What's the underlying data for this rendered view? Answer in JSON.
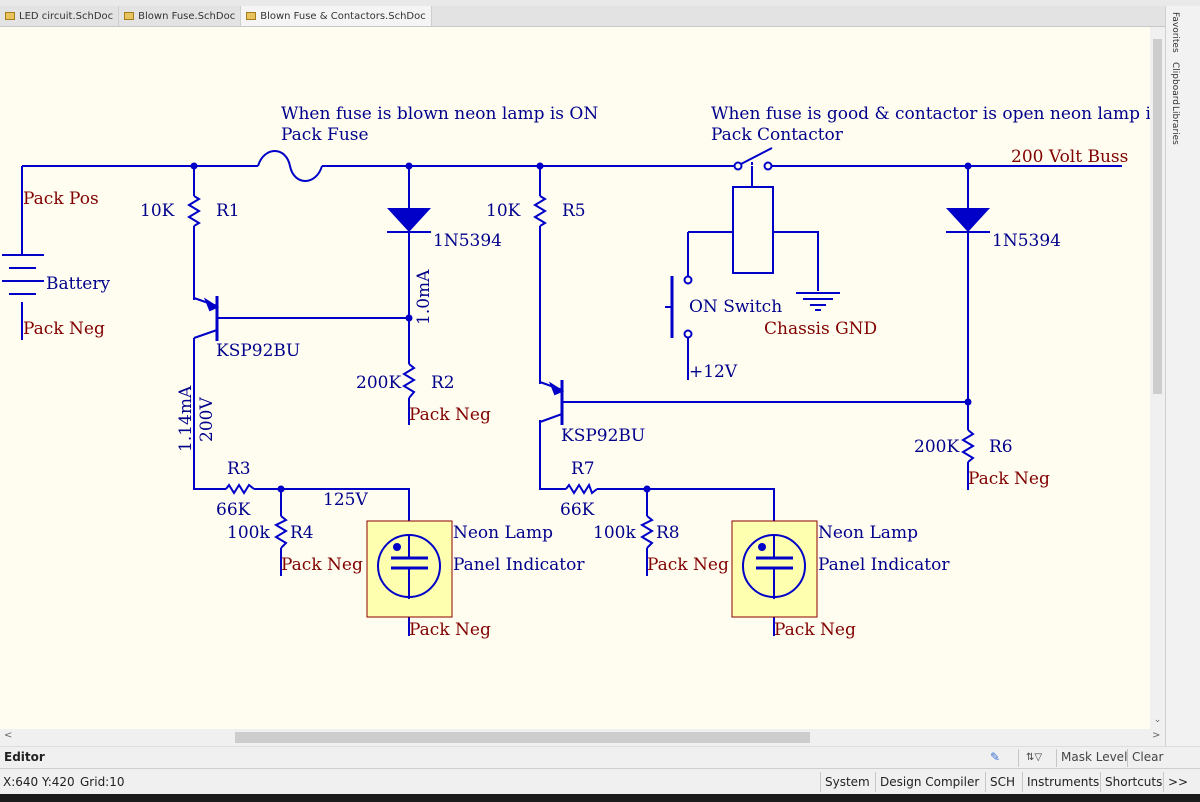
{
  "tabs": [
    {
      "label": "LED circuit.SchDoc",
      "icon": "schdoc-icon"
    },
    {
      "label": "Blown Fuse.SchDoc",
      "icon": "schdoc-icon"
    },
    {
      "label": "Blown Fuse & Contactors.SchDoc",
      "icon": "schdoc-icon"
    }
  ],
  "side_panels": [
    "Favorites",
    "Clipboard",
    "Libraries"
  ],
  "schematic": {
    "colors": {
      "wire": "#0000c8",
      "component": "#0000c8",
      "text_blue": "#00008b",
      "text_red": "#800000",
      "lamp_fill": "#ffffb0",
      "sheet": "#fffdf0"
    },
    "note_left": "When fuse is blown neon lamp is ON",
    "note_right": "When fuse is good & contactor is open neon lamp is ON",
    "fuse_label": "Pack Fuse",
    "contactor_label": "Pack Contactor",
    "buss_label": "200 Volt Buss",
    "pack_pos": "Pack Pos",
    "battery": "Battery",
    "pack_neg": "Pack Neg",
    "r1": {
      "value": "10K",
      "designator": "R1"
    },
    "r5": {
      "value": "10K",
      "designator": "R5"
    },
    "r2": {
      "value": "200K",
      "designator": "R2"
    },
    "r6": {
      "value": "200K",
      "designator": "R6"
    },
    "r3": {
      "value": "66K",
      "designator": "R3"
    },
    "r7": {
      "value": "66K",
      "designator": "R7"
    },
    "r4": {
      "value": "100k",
      "designator": "R4"
    },
    "r8": {
      "value": "100k",
      "designator": "R8"
    },
    "diode": "1N5394",
    "transistor": "KSP92BU",
    "current_1": "1.0mA",
    "current_2": "1.14mA",
    "voltage_1": "200V",
    "voltage_2": "125V",
    "switch": "ON Switch",
    "plus12": "+12V",
    "chassis_gnd": "Chassis GND",
    "lamp_line1": "Neon Lamp",
    "lamp_line2": "Panel Indicator"
  },
  "editor": {
    "label": "Editor",
    "mask_level": "Mask Level",
    "clear": "Clear"
  },
  "status": {
    "coords": "X:640 Y:420",
    "grid": "Grid:10",
    "buttons": [
      "System",
      "Design Compiler",
      "SCH",
      "Instruments",
      "Shortcuts"
    ],
    "more": ">>"
  }
}
